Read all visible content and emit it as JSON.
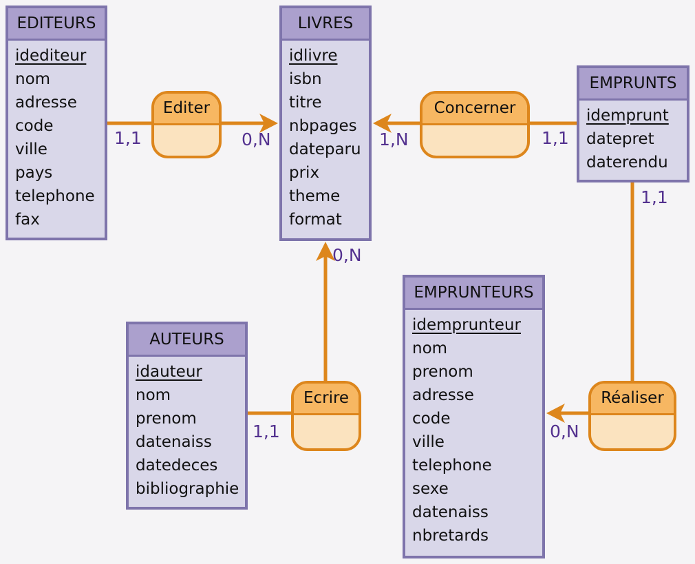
{
  "colors": {
    "background": "#f5f4f6",
    "entity_border": "#7e74ab",
    "entity_header_fill": "#aba0cd",
    "entity_body_fill": "#d9d7e9",
    "relation_border": "#dd861c",
    "relation_top_fill": "#f7b762",
    "relation_bottom_fill": "#fbe3bf",
    "link_color": "#dd861c",
    "cardinality_color": "#53318f",
    "text_color": "#111111"
  },
  "entities": [
    {
      "name": "EDITEURS",
      "attributes": [
        "idediteur",
        "nom",
        "adresse",
        "code",
        "ville",
        "pays",
        "telephone",
        "fax"
      ]
    },
    {
      "name": "LIVRES",
      "attributes": [
        "idlivre",
        "isbn",
        "titre",
        "nbpages",
        "dateparu",
        "prix",
        "theme",
        "format"
      ]
    },
    {
      "name": "EMPRUNTS",
      "attributes": [
        "idemprunt",
        "datepret",
        "daterendu"
      ]
    },
    {
      "name": "AUTEURS",
      "attributes": [
        "idauteur",
        "nom",
        "prenom",
        "datenaiss",
        "datedeces",
        "bibliographie"
      ]
    },
    {
      "name": "EMPRUNTEURS",
      "attributes": [
        "idemprunteur",
        "nom",
        "prenom",
        "adresse",
        "code",
        "ville",
        "telephone",
        "sexe",
        "datenaiss",
        "nbretards"
      ]
    }
  ],
  "relations": [
    {
      "name": "Editer"
    },
    {
      "name": "Concerner"
    },
    {
      "name": "Ecrire"
    },
    {
      "name": "Réaliser"
    }
  ],
  "cardinalities": [
    {
      "label": "1,1",
      "between": "EDITEURS - Editer"
    },
    {
      "label": "0,N",
      "between": "Editer - LIVRES"
    },
    {
      "label": "1,N",
      "between": "Concerner - LIVRES"
    },
    {
      "label": "1,1",
      "between": "EMPRUNTS - Concerner"
    },
    {
      "label": "1,1",
      "between": "EMPRUNTS - Réaliser"
    },
    {
      "label": "0,N",
      "between": "Ecrire - LIVRES"
    },
    {
      "label": "1,1",
      "between": "AUTEURS - Ecrire"
    },
    {
      "label": "0,N",
      "between": "Réaliser - EMPRUNTEURS"
    }
  ]
}
